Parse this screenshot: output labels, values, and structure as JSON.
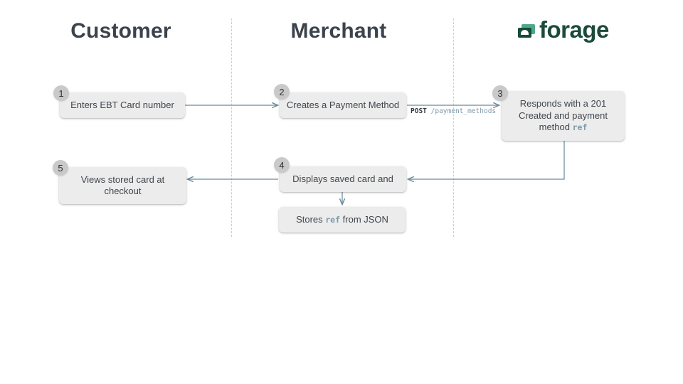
{
  "headings": {
    "customer": "Customer",
    "merchant": "Merchant"
  },
  "logo": {
    "text": "forage",
    "icon": "forage-card-icon",
    "color": "#1b4a3c"
  },
  "steps": [
    {
      "num": "1",
      "text": "Enters EBT Card number"
    },
    {
      "num": "2",
      "text": "Creates a Payment Method"
    },
    {
      "num": "3",
      "line1": "Responds with a 201",
      "line2": "Created and payment",
      "line3_prefix": "method ",
      "line3_code": "ref"
    },
    {
      "num": "4",
      "text": "Displays saved card and"
    },
    {
      "num": "5",
      "text": "Views stored card at checkout"
    }
  ],
  "store_box": {
    "prefix": "Stores ",
    "code": "ref",
    "suffix": " from JSON"
  },
  "api_call": {
    "method": "POST",
    "path": "/payment_methods"
  },
  "colors": {
    "heading_text": "#3b434c",
    "box_bg": "#ececec",
    "box_text": "#40464c",
    "badge_bg": "#c9c9c9",
    "arrow": "#688a99",
    "code_text": "#7d9aab",
    "logo_green_dark": "#174a3c",
    "logo_green_light": "#4fa987",
    "separator": "#cfcfcf"
  }
}
